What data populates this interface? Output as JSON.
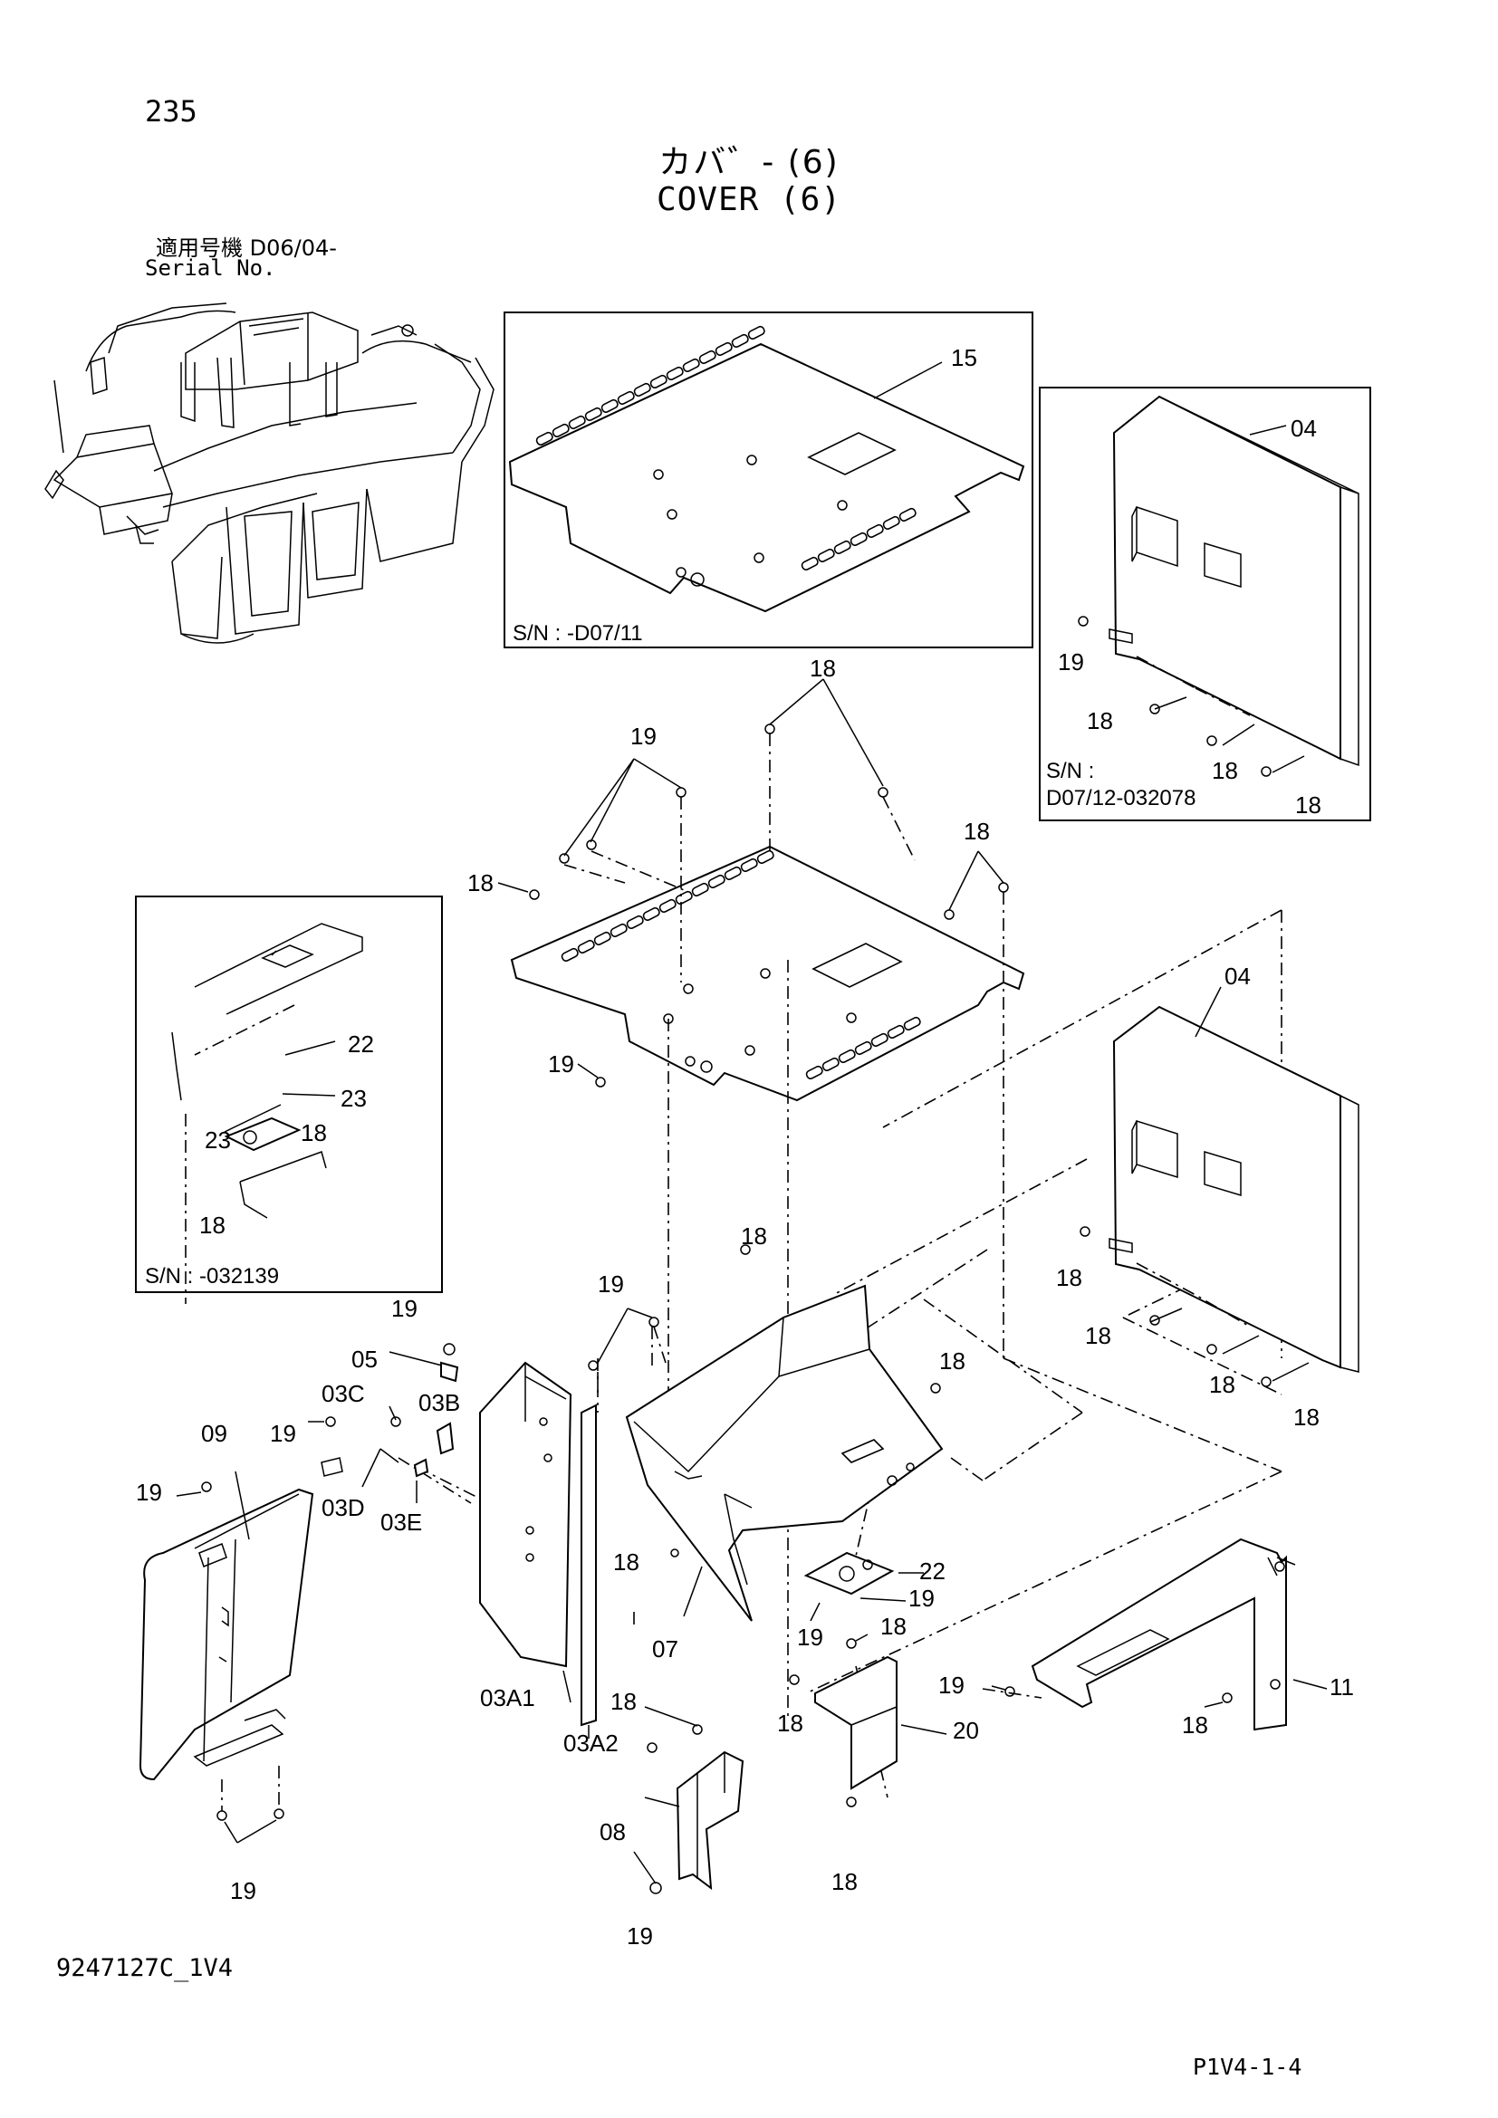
{
  "header": {
    "page_number": "235",
    "title_jp": "カバ゛- (6)",
    "title_en": "COVER (6)",
    "serial_label_jp": "適用号機  D06/04-",
    "serial_label_en": "Serial No."
  },
  "insets": {
    "top_plate_sn": "S/N : -D07/11",
    "side_panel_sn_line1": "S/N :",
    "side_panel_sn_line2": "D07/12-032078",
    "left_detail_sn": "S/N :  -032139"
  },
  "callouts": {
    "c15": "15",
    "c04_inset": "04",
    "c19_inset": "19",
    "c18_inset_a": "18",
    "c18_inset_b": "18",
    "c18_inset_c": "18",
    "c22_left": "22",
    "c23_left_a": "23",
    "c23_left_b": "23",
    "c18_left_a": "18",
    "c18_left_b": "18",
    "c18_top": "18",
    "c19_top": "19",
    "c18_right_top": "18",
    "c18_plate_left": "18",
    "c19_plate_left": "19",
    "c04_main": "04",
    "c18_panel_a": "18",
    "c18_panel_b": "18",
    "c18_panel_c": "18",
    "c18_panel_d": "18",
    "c18_box_top": "18",
    "c19_box": "19",
    "c19_05": "19",
    "c05": "05",
    "c03c": "03C",
    "c03b": "03B",
    "c09": "09",
    "c19_09_top": "19",
    "c19_09_left": "19",
    "c03d": "03D",
    "c03e": "03E",
    "c18_box_right": "18",
    "c22_main": "22",
    "c19_main_22": "19",
    "c18_07": "18",
    "c07": "07",
    "c19_mid": "19",
    "c18_20": "18",
    "c18_20_left": "18",
    "c20": "20",
    "c19_11": "19",
    "c11": "11",
    "c18_11": "18",
    "c03a1": "03A1",
    "c03a2": "03A2",
    "c18_08": "18",
    "c08": "08",
    "c19_08": "19",
    "c19_09_bottom": "19",
    "c18_20_bottom": "18"
  },
  "footer": {
    "drawing_number": "9247127C_1V4",
    "page_ref": "P1V4-1-4"
  }
}
